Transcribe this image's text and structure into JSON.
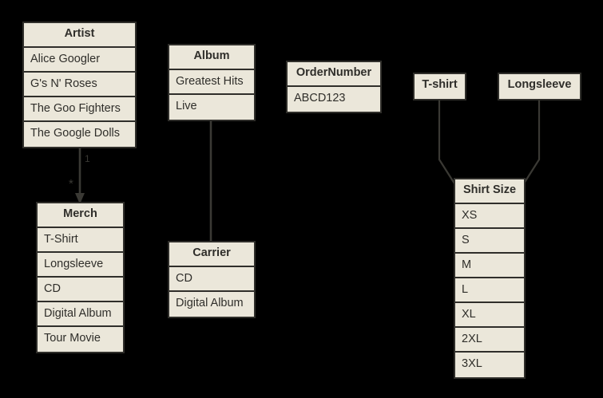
{
  "diagram": {
    "title": "entity-relationship-diagram",
    "background_color": "#000000",
    "node_fill_color": "#ebe7da",
    "node_border_color": "#2f2e2a",
    "text_color": "#2f2e2a",
    "edge_color": "#3a3934"
  },
  "entities": {
    "artist": {
      "header": "Artist",
      "rows": [
        "Alice Googler",
        "G's N' Roses",
        "The Goo Fighters",
        "The Google Dolls"
      ]
    },
    "album": {
      "header": "Album",
      "rows": [
        "Greatest Hits",
        "Live"
      ]
    },
    "order_number": {
      "header": "OrderNumber",
      "rows": [
        "ABCD123"
      ]
    },
    "tshirt": {
      "header": "T-shirt",
      "rows": []
    },
    "longsleeve": {
      "header": "Longsleeve",
      "rows": []
    },
    "merch": {
      "header": "Merch",
      "rows": [
        "T-Shirt",
        "Longsleeve",
        "CD",
        "Digital Album",
        "Tour Movie"
      ]
    },
    "carrier": {
      "header": "Carrier",
      "rows": [
        "CD",
        "Digital Album"
      ]
    },
    "shirt_size": {
      "header": "Shirt Size",
      "rows": [
        "XS",
        "S",
        "M",
        "L",
        "XL",
        "2XL",
        "3XL"
      ]
    }
  },
  "edges": {
    "artist_to_merch": {
      "source_label": "1",
      "target_label": "*"
    }
  }
}
